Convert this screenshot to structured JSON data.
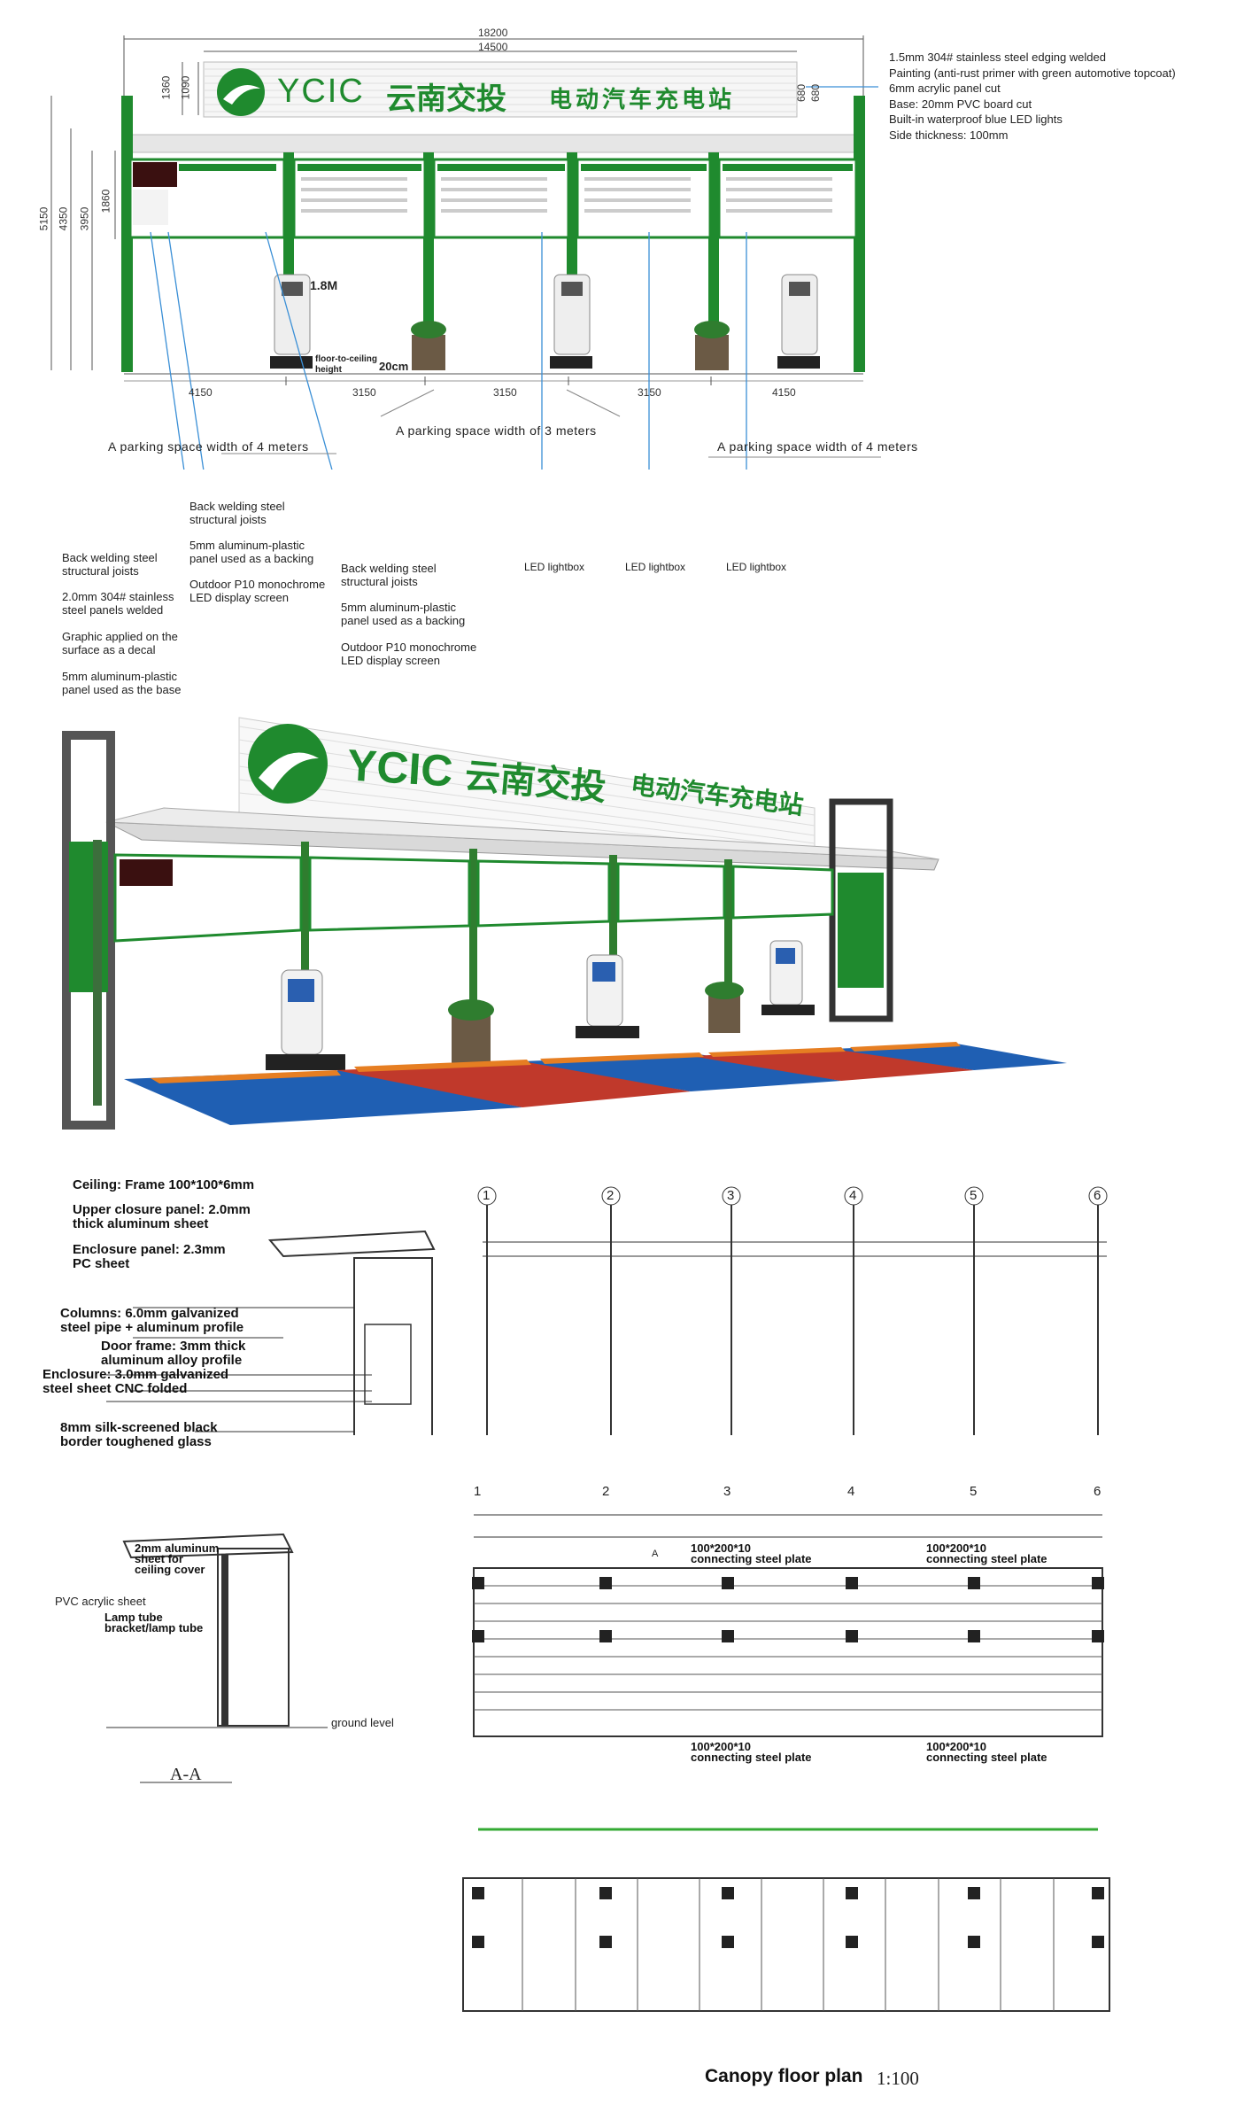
{
  "section1": {
    "dims": {
      "total": "18200",
      "inner": "14500",
      "h_sign1": "1360",
      "h_sign2": "1090",
      "h_total": "5150",
      "h_mid": "4350",
      "h_col": "3950",
      "h_panel": "1860",
      "r_680a": "680",
      "r_680b": "680",
      "w1": "4150",
      "w2": "3150",
      "w3": "3150",
      "w4": "3150",
      "w5": "4150"
    },
    "logo_text": "YCIC",
    "logo_cn": "云南交投",
    "logo_sub": "电动汽车充电站",
    "spec_notes": [
      "1.5mm 304# stainless steel edging welded",
      "Painting (anti-rust primer with green automotive topcoat)",
      "6mm acrylic panel cut",
      "Base: 20mm PVC board cut",
      "Built-in waterproof blue LED lights",
      "Side thickness: 100mm"
    ],
    "charger_height": "1.8M",
    "floor_label": "floor-to-ceiling\nheight",
    "gap_label": "20cm",
    "parking_4m_left": "A parking space width of 4 meters",
    "parking_3m": "A parking space width of 3 meters",
    "parking_4m_right": "A parking space width of 4 meters",
    "callouts": {
      "left_a": "Back welding steel\nstructural joists",
      "left_b": "2.0mm 304# stainless\nsteel panels welded",
      "left_c": "Graphic applied on the\nsurface as a decal",
      "left_d": "5mm aluminum-plastic\npanel used as the base",
      "mid_a": "Back welding steel\nstructural joists",
      "mid_b": "5mm aluminum-plastic\npanel used as a backing",
      "mid_c": "Outdoor P10 monochrome\nLED display screen",
      "right_a": "Back welding steel\nstructural joists",
      "right_b": "5mm aluminum-plastic\npanel used as a backing",
      "right_c": "Outdoor P10 monochrome\nLED display screen"
    },
    "led_labels": [
      "LED lightbox",
      "LED lightbox",
      "LED lightbox"
    ]
  },
  "section2": {
    "logo_text": "YCIC",
    "logo_cn": "云南交投",
    "logo_sub": "电动汽车充电站"
  },
  "section3": {
    "notes": [
      "Ceiling: Frame 100*100*6mm",
      "Upper closure panel: 2.0mm\nthick aluminum sheet",
      "Enclosure panel: 2.3mm\nPC sheet",
      "Columns: 6.0mm galvanized\nsteel pipe + aluminum profile",
      "Door frame: 3mm thick\naluminum alloy profile",
      "Enclosure: 3.0mm galvanized\nsteel sheet CNC folded",
      "8mm silk-screened black\nborder toughened glass"
    ],
    "axis_labels": [
      "1",
      "2",
      "3",
      "4",
      "5",
      "6"
    ]
  },
  "section4": {
    "notes": [
      "2mm aluminum\nsheet for\nceiling cover",
      "PVC acrylic sheet",
      "Lamp tube\nbracket/lamp tube",
      "ground level"
    ],
    "section_label": "A-A",
    "axis_labels": [
      "1",
      "2",
      "3",
      "4",
      "5",
      "6"
    ],
    "plate_labels": [
      "100*200*10\nconnecting steel plate",
      "100*200*10\nconnecting steel plate",
      "100*200*10\nconnecting steel plate",
      "100*200*10\nconnecting steel plate"
    ],
    "section_mark": "A"
  },
  "footer": {
    "title": "Canopy floor plan",
    "scale": "1:100"
  },
  "colors": {
    "green": "#1f8a2e",
    "dark_green": "#17672a",
    "red_floor": "#c0392b",
    "blue_floor": "#1f5fb3"
  }
}
